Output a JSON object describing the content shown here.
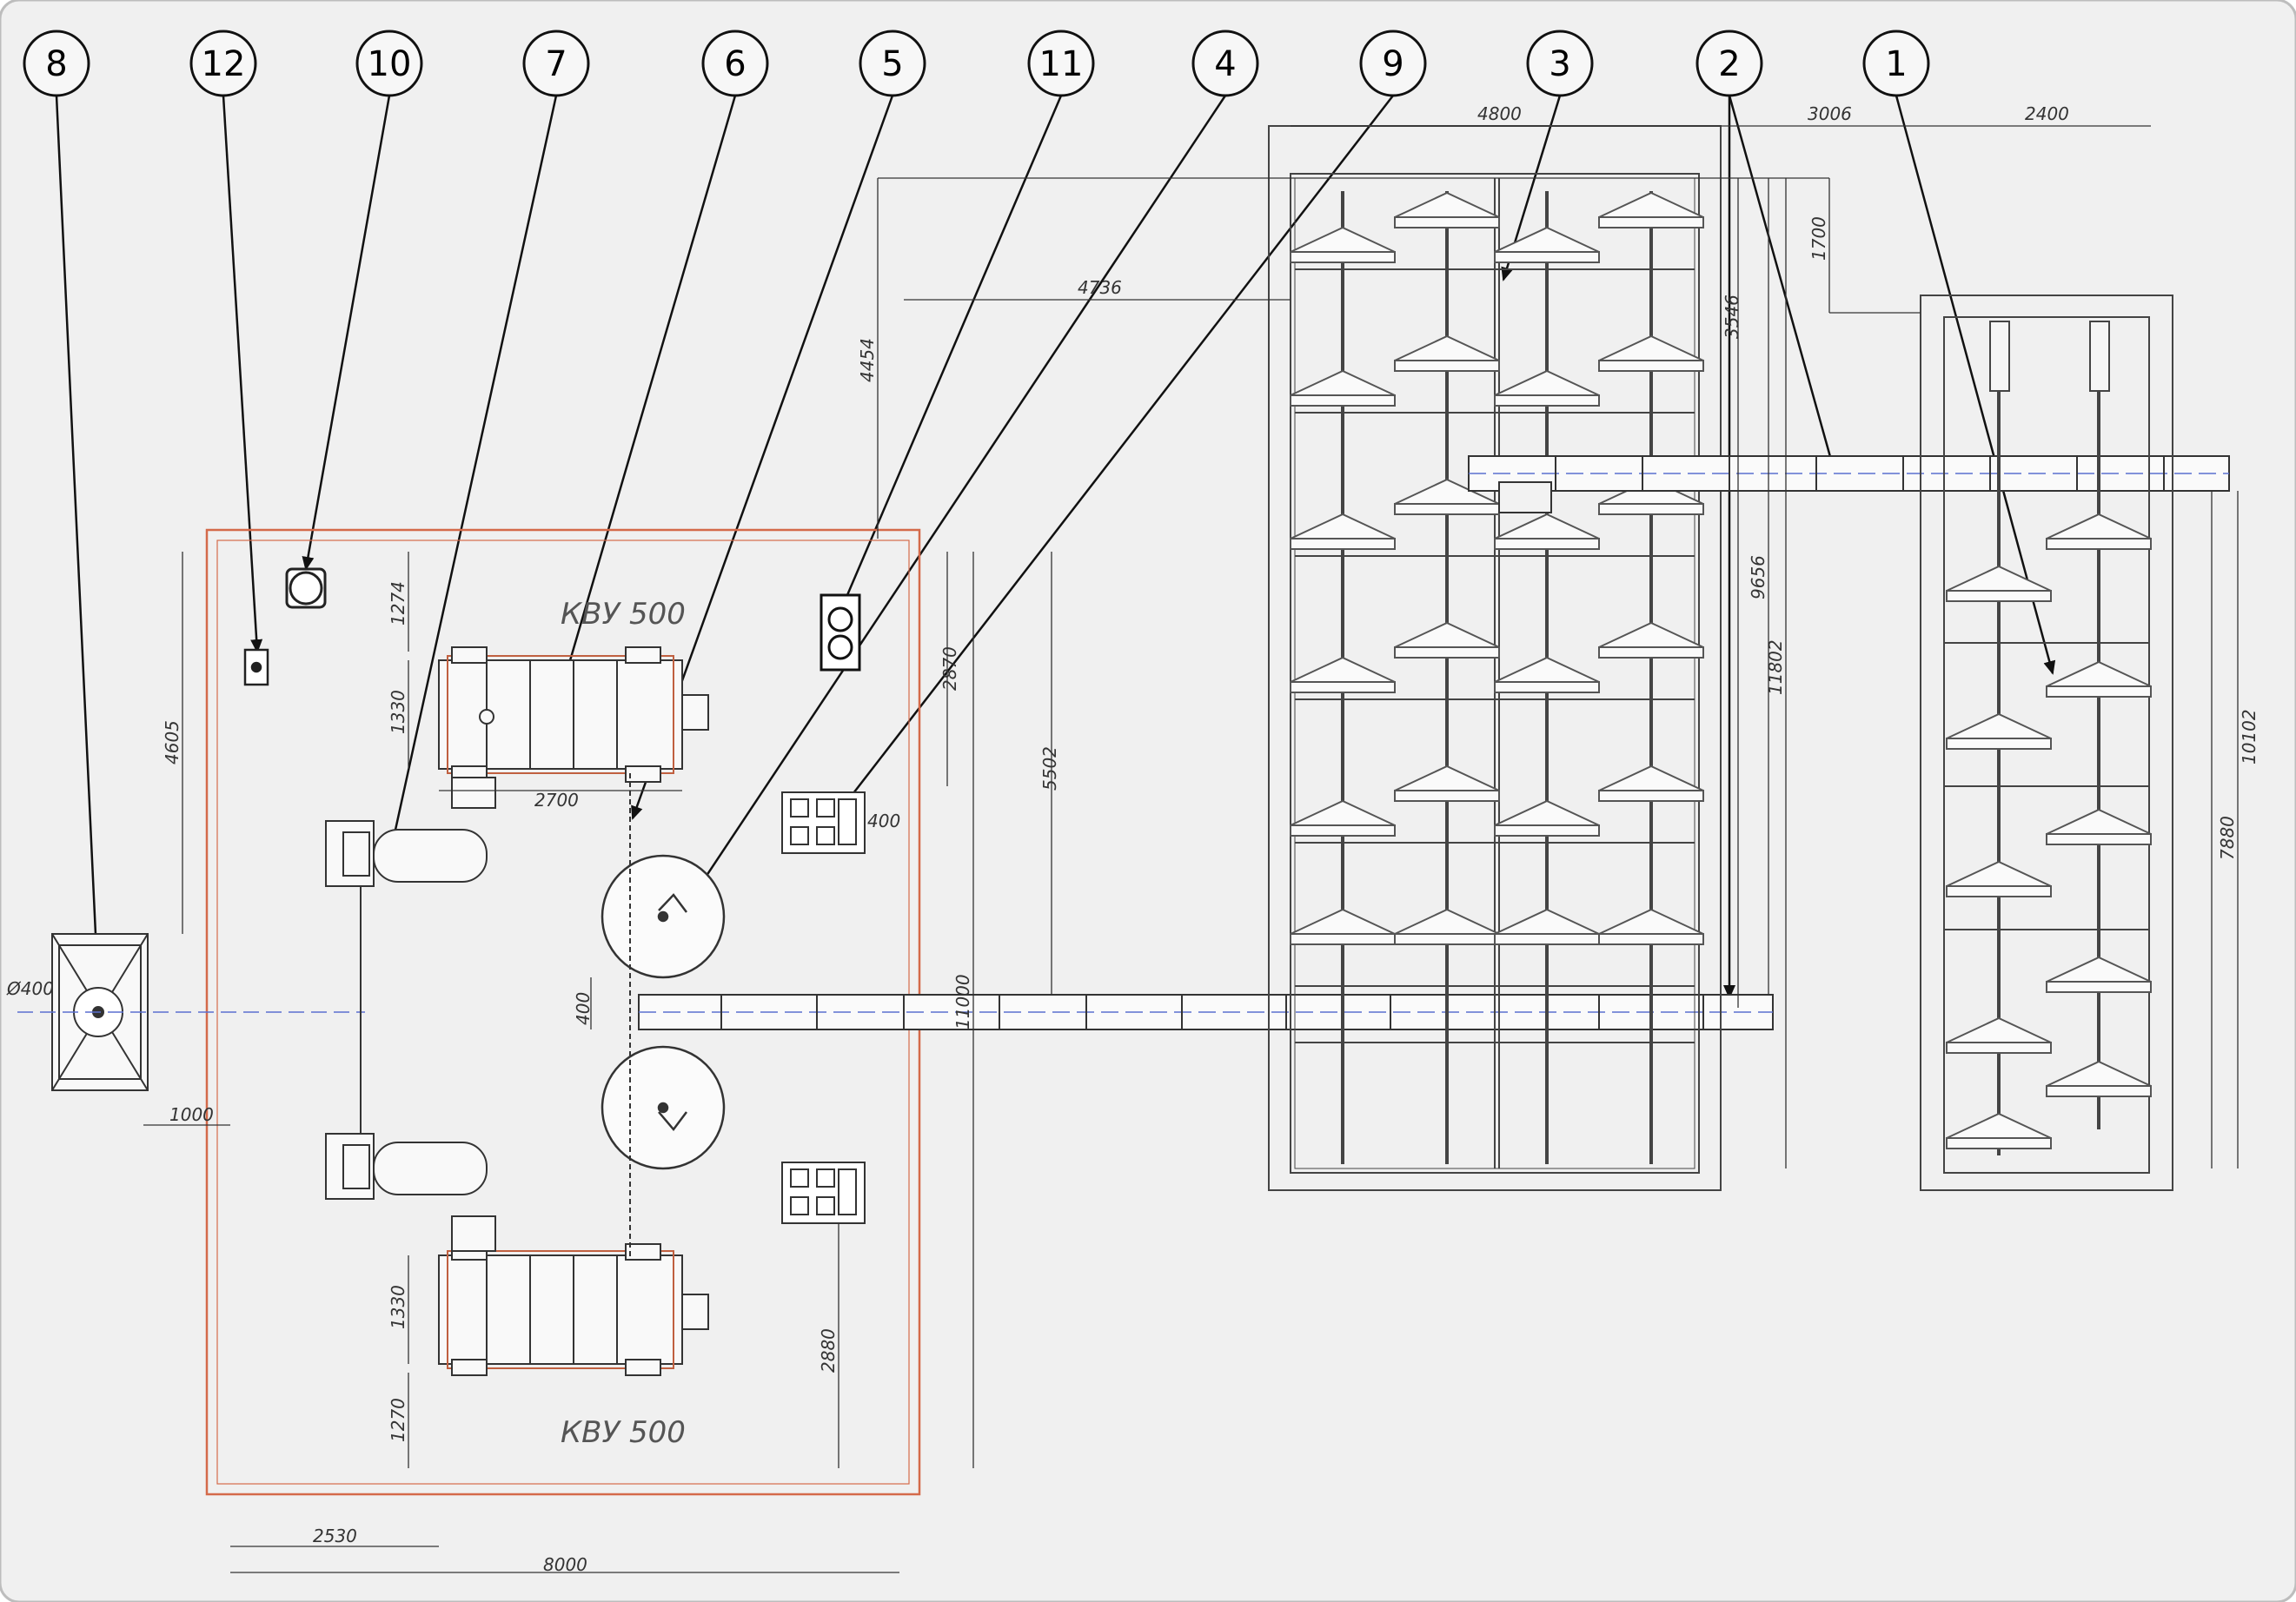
{
  "callouts": [
    "8",
    "12",
    "10",
    "7",
    "6",
    "5",
    "11",
    "4",
    "9",
    "3",
    "2",
    "1"
  ],
  "labels": {
    "kvu_top": "КВУ 500",
    "kvu_bottom": "КВУ 500"
  },
  "dimensions": {
    "d4800": "4800",
    "d3006": "3006",
    "d2400": "2400",
    "d4736": "4736",
    "d4454": "4454",
    "d1700": "1700",
    "d3546": "3546",
    "d9656": "9656",
    "d11802": "11802",
    "d10102": "10102",
    "d7880": "7880",
    "d1274": "1274",
    "d1330a": "1330",
    "d2700": "2700",
    "d4605": "4605",
    "d2870": "2870",
    "d5502": "5502",
    "d400a": "400",
    "d400b": "400",
    "d11000": "11000",
    "dphi400": "Ø400",
    "d1000": "1000",
    "d1330b": "1330",
    "d1270": "1270",
    "d2880": "2880",
    "d2530": "2530",
    "d8000": "8000"
  },
  "colors": {
    "background": "#f0f0f0",
    "line": "#2b2b2b",
    "room_outline": "#d46a4a",
    "centerline": "#5a6fd0"
  }
}
